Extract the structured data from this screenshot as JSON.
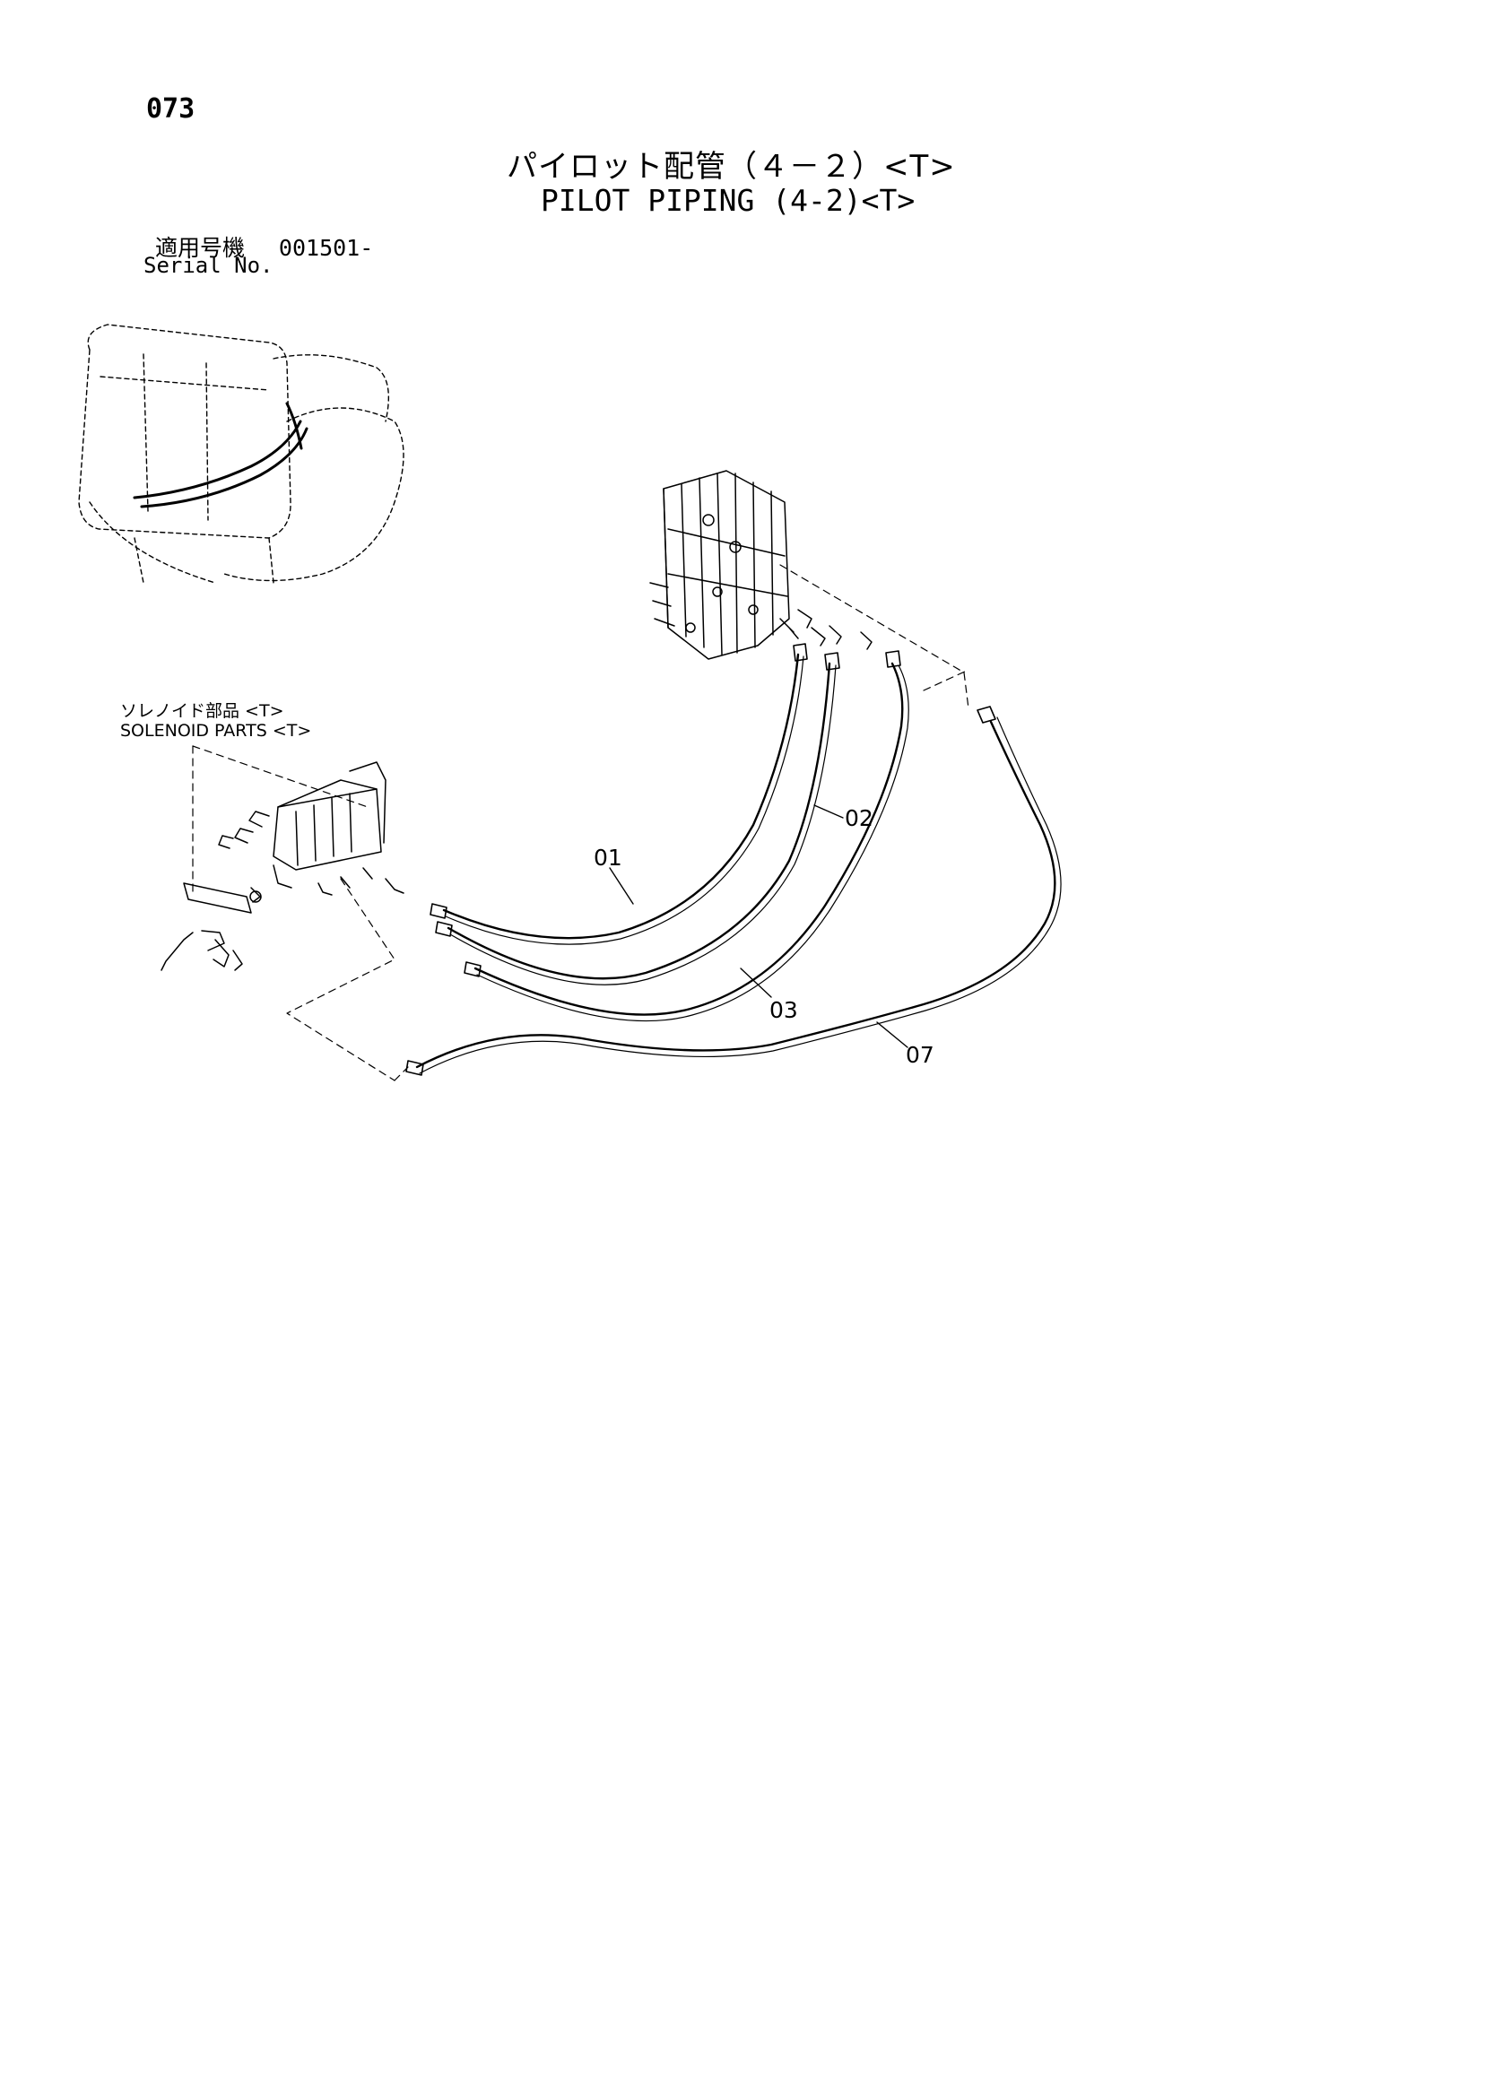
{
  "page_number": "073",
  "title": {
    "japanese": "パイロット配管（４－２）<T>",
    "english": "PILOT PIPING (4-2)<T>"
  },
  "serial": {
    "label_japanese": "適用号機",
    "value": "001501-",
    "label_english": "Serial No."
  },
  "callout": {
    "japanese": "ソレノイド部品 <T>",
    "english": "SOLENOID PARTS <T>"
  },
  "part_labels": [
    "01",
    "02",
    "03",
    "07"
  ]
}
